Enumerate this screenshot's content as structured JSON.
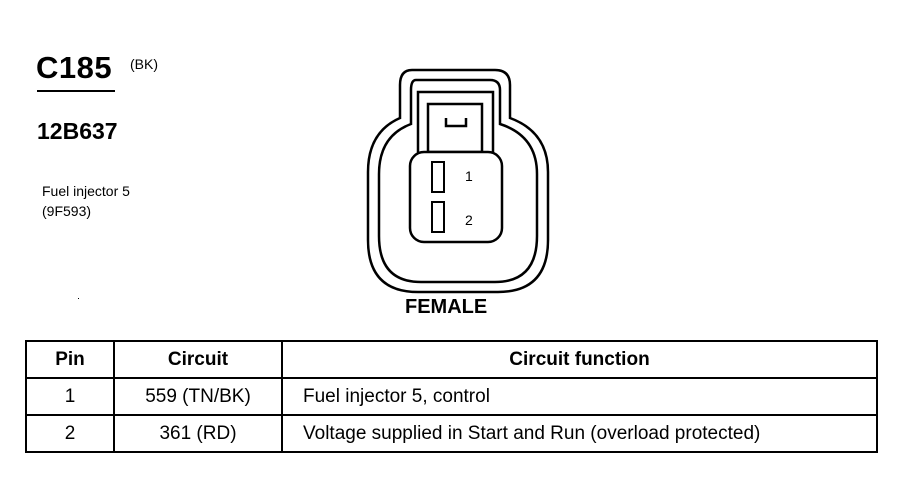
{
  "connector": {
    "id": "C185",
    "color": "(BK)",
    "part_number": "12B637",
    "component_name": "Fuel injector 5",
    "component_code": "(9F593)",
    "gender": "FEMALE",
    "pin_labels": [
      "1",
      "2"
    ]
  },
  "table": {
    "headers": [
      "Pin",
      "Circuit",
      "Circuit function"
    ],
    "rows": [
      {
        "pin": "1",
        "circuit": "559 (TN/BK)",
        "function": "Fuel injector 5, control"
      },
      {
        "pin": "2",
        "circuit": "361 (RD)",
        "function": "Voltage supplied in Start and Run (overload protected)"
      }
    ]
  }
}
